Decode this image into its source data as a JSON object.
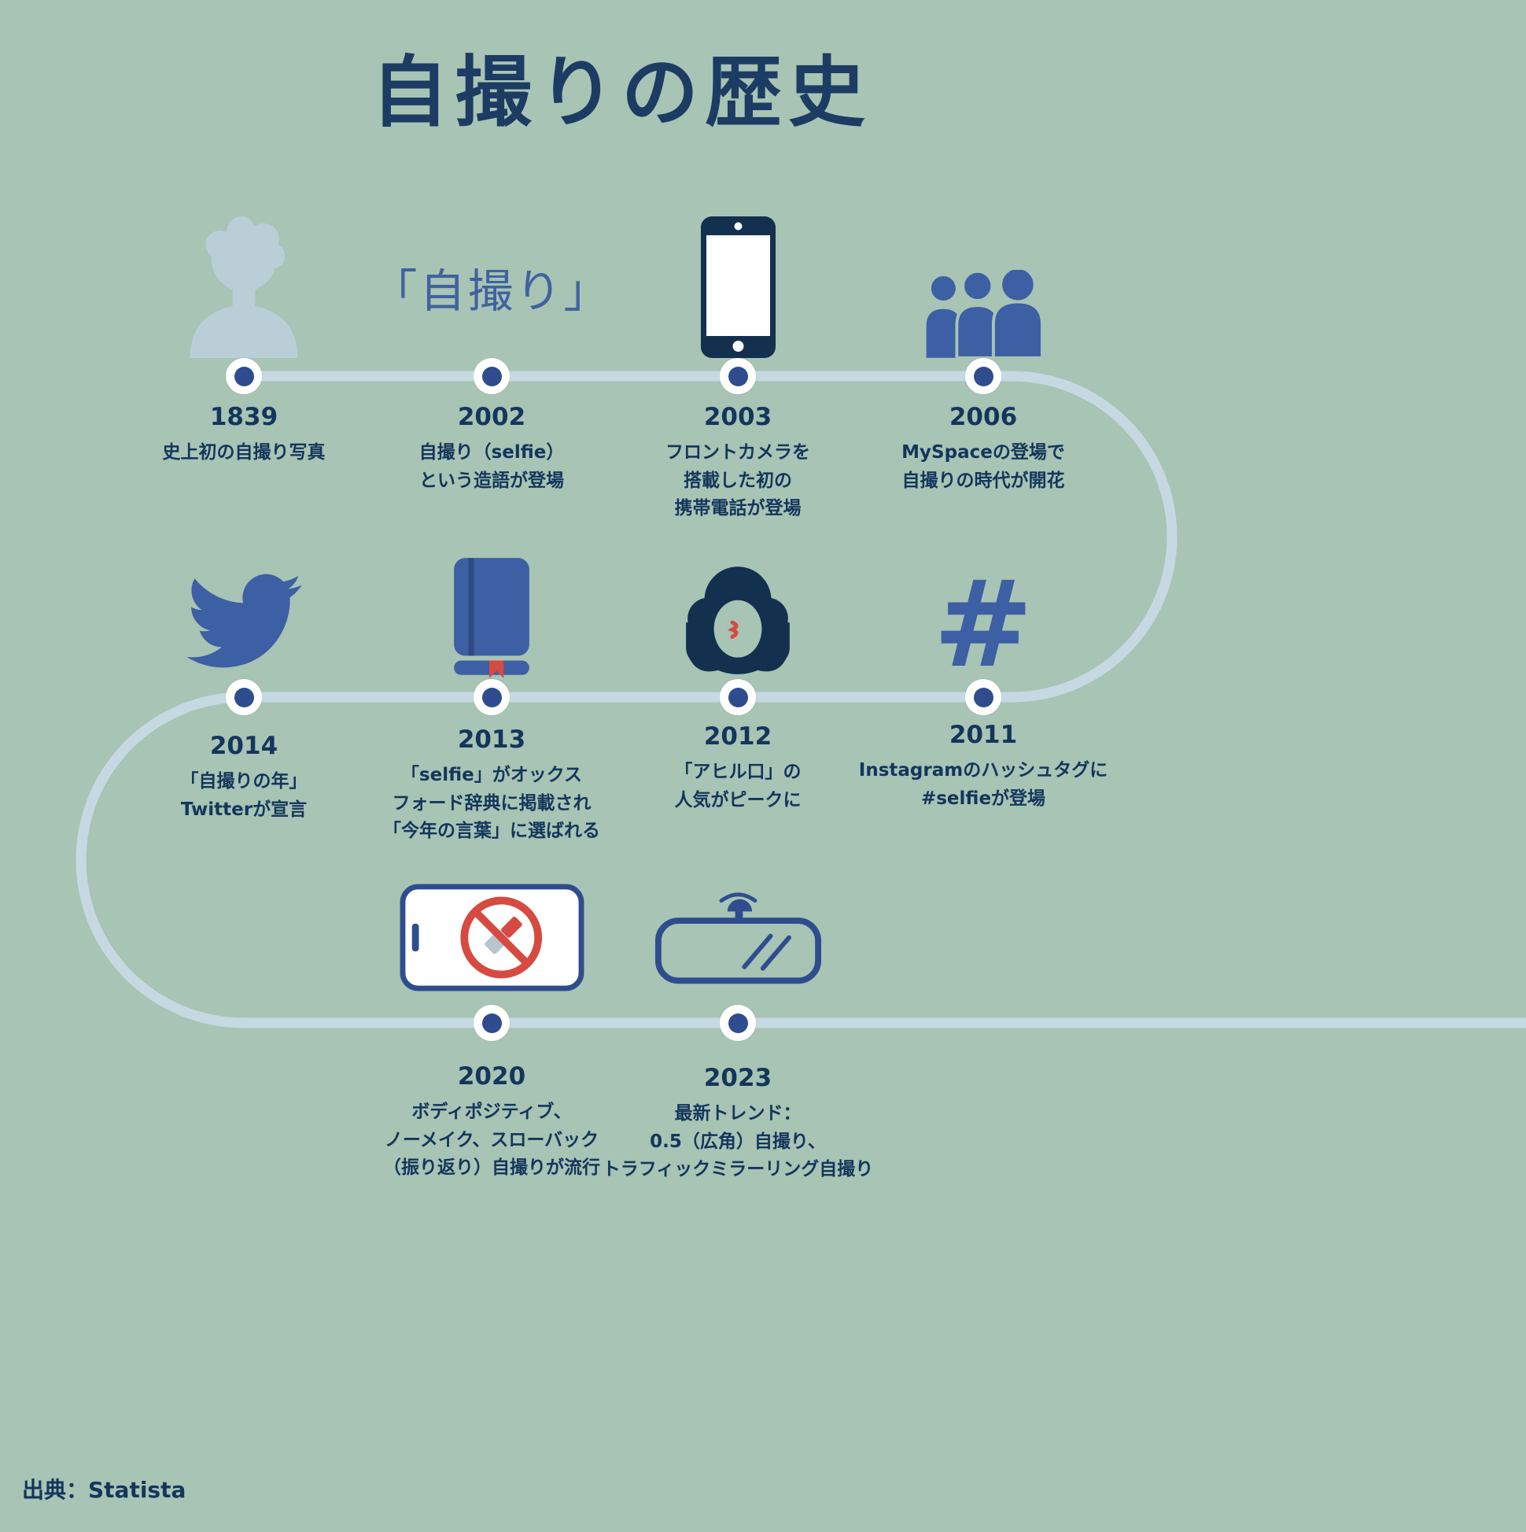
{
  "title": "自撮りの歴史",
  "source": "出典：Statista",
  "colors": {
    "background": "#a7c4b4",
    "timeline_line": "#c6d9e2",
    "node_blue": "#2f4d8e",
    "navy_text": "#14365c",
    "blue_icon": "#3d5fa3",
    "dark_icon": "#13304f",
    "red_accent": "#d64a41",
    "light_silhouette": "#b9ced7"
  },
  "milestones": [
    {
      "year": "1839",
      "desc": "史上初の自撮り写真",
      "icon": "portrait-silhouette"
    },
    {
      "year": "2002",
      "desc": "自撮り（selfie）\nという造語が登場",
      "icon": "selfie-word",
      "icon_text": "「自撮り」"
    },
    {
      "year": "2003",
      "desc": "フロントカメラを\n搭載した初の\n携帯電話が登場",
      "icon": "smartphone"
    },
    {
      "year": "2006",
      "desc": "MySpaceの登場で\n自撮りの時代が開花",
      "icon": "myspace-people"
    },
    {
      "year": "2014",
      "desc": "「自撮りの年」\nTwitterが宣言",
      "icon": "twitter-bird"
    },
    {
      "year": "2013",
      "desc": "「selfie」がオックス\nフォード辞典に掲載され\n「今年の言葉」に選ばれる",
      "icon": "dictionary-book"
    },
    {
      "year": "2012",
      "desc": "「アヒル口」の\n人気がピークに",
      "icon": "duck-face"
    },
    {
      "year": "2011",
      "desc": "Instagramのハッシュタグに\n#selfieが登場",
      "icon": "hashtag",
      "icon_text": "#"
    },
    {
      "year": "2020",
      "desc": "ボディポジティブ、\nノーメイク、スローバック\n（振り返り）自撮りが流行",
      "icon": "no-makeup-phone"
    },
    {
      "year": "2023",
      "desc": "最新トレンド：\n0.5（広角）自撮り、\nトラフィックミラーリング自撮り",
      "icon": "rearview-mirror"
    }
  ]
}
